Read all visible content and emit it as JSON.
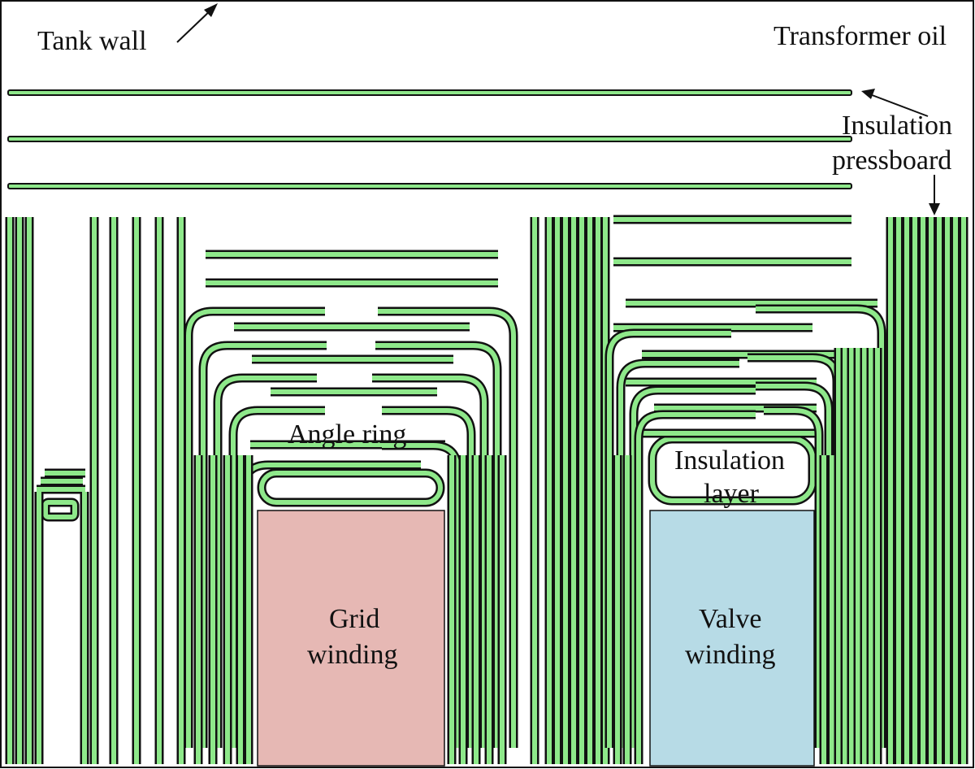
{
  "labels": {
    "tank_wall": "Tank wall",
    "transformer_oil": "Transformer oil",
    "insulation_pressboard_1": "Insulation",
    "insulation_pressboard_2": "pressboard",
    "angle_ring": "Angle ring",
    "insulation_layer_1": "Insulation",
    "insulation_layer_2": "layer",
    "grid_winding_1": "Grid",
    "grid_winding_2": "winding",
    "valve_winding_1": "Valve",
    "valve_winding_2": "winding"
  },
  "colors": {
    "pressboard": "#8ee88a",
    "outline": "#111111",
    "grid_winding": "#e6b8b4",
    "valve_winding": "#b7dbe6",
    "background": "#ffffff"
  }
}
